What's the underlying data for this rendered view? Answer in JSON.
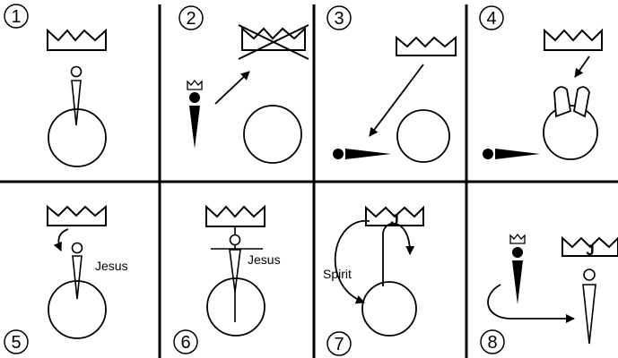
{
  "panels": [
    {
      "number": "1"
    },
    {
      "number": "2"
    },
    {
      "number": "3"
    },
    {
      "number": "4"
    },
    {
      "number": "5",
      "label": "Jesus"
    },
    {
      "number": "6",
      "label": "Jesus"
    },
    {
      "number": "7",
      "label": "Spirit",
      "crown_letter": "J"
    },
    {
      "number": "8",
      "crown_letter": "J"
    }
  ],
  "colors": {
    "ink": "#000000",
    "background": "#ffffff"
  }
}
